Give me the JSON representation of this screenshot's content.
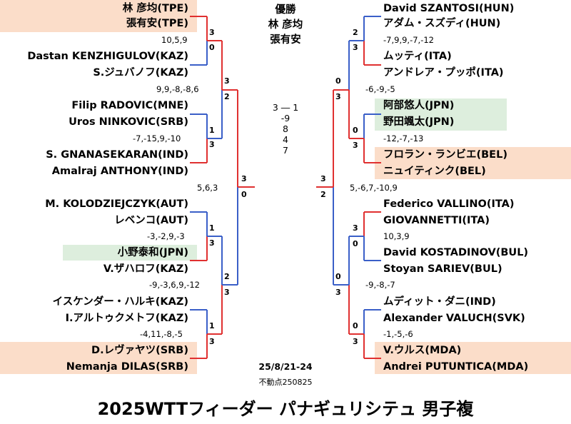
{
  "colors": {
    "red": "#e03030",
    "blue": "#3a5fc8",
    "highlight_orange": "#fbddc9",
    "highlight_green": "#ddeedd"
  },
  "champion": {
    "label": "優勝",
    "player1": "林 彦均",
    "player2": "張有安"
  },
  "final_score": {
    "games": "3 ― 1",
    "details": [
      "-9",
      "8",
      "4",
      "7"
    ]
  },
  "left": {
    "players": [
      "林 彦均(TPE)",
      "張有安(TPE)",
      "Dastan KENZHIGULOV(KAZ)",
      "S.ジュバノフ(KAZ)",
      "Filip RADOVIC(MNE)",
      "Uros NINKOVIC(SRB)",
      "S. GNANASEKARAN(IND)",
      "Amalraj ANTHONY(IND)",
      "M. KOLODZIEJCZYK(AUT)",
      "レベンコ(AUT)",
      "小野泰和(JPN)",
      "V.ザハロフ(KAZ)",
      "イスケンダー・ハルキ(KAZ)",
      "I.アルトゥクメトフ(KAZ)",
      "D.レヴァヤツ(SRB)",
      "Nemanja DILAS(SRB)"
    ],
    "r1": [
      {
        "score": "10,5,9",
        "top": "3",
        "bottom": "0"
      },
      {
        "score": "-7,-15,9,-10",
        "top": "1",
        "bottom": "3"
      },
      {
        "score": "-3,-2,9,-3",
        "top": "1",
        "bottom": "3"
      },
      {
        "score": "-4,11,-8,-5",
        "top": "1",
        "bottom": "3"
      }
    ],
    "r2": [
      {
        "score": "9,9,-8,-8,6",
        "top": "3",
        "bottom": "2"
      },
      {
        "score": "-9,-3,6,9,-12",
        "top": "2",
        "bottom": "3"
      }
    ],
    "sf": {
      "score": "5,6,3",
      "top": "3",
      "bottom": "0"
    }
  },
  "right": {
    "players": [
      "David SZANTOSI(HUN)",
      "アダム・スズディ(HUN)",
      "ムッティ(ITA)",
      "アンドレア・プッポ(ITA)",
      "阿部悠人(JPN)",
      "野田颯太(JPN)",
      "フロラン・ランビエ(BEL)",
      "ニュイティンク(BEL)",
      "Federico VALLINO(ITA)",
      " GIOVANNETTI(ITA)",
      "David KOSTADINOV(BUL)",
      "Stoyan SARIEV(BUL)",
      "ムディット・ダニ(IND)",
      "Alexander VALUCH(SVK)",
      "V.ウルス(MDA)",
      "Andrei PUTUNTICA(MDA)"
    ],
    "r1": [
      {
        "score": "-7,9,9,-7,-12",
        "top": "2",
        "bottom": "3"
      },
      {
        "score": "-12,-7,-13",
        "top": "0",
        "bottom": "3"
      },
      {
        "score": "10,3,9",
        "top": "3",
        "bottom": "0"
      },
      {
        "score": "-1,-5,-6",
        "top": "0",
        "bottom": "3"
      }
    ],
    "r2": [
      {
        "score": "-6,-9,-5",
        "top": "0",
        "bottom": "3"
      },
      {
        "score": "-9,-8,-7",
        "top": "0",
        "bottom": "3"
      }
    ],
    "sf": {
      "score": "5,-6,7,-10,9",
      "top": "3",
      "bottom": "2"
    }
  },
  "date": "25/8/21-24",
  "note": "不動点250825",
  "title": "2025WTTフィーダー パナギュリシテュ 男子複"
}
